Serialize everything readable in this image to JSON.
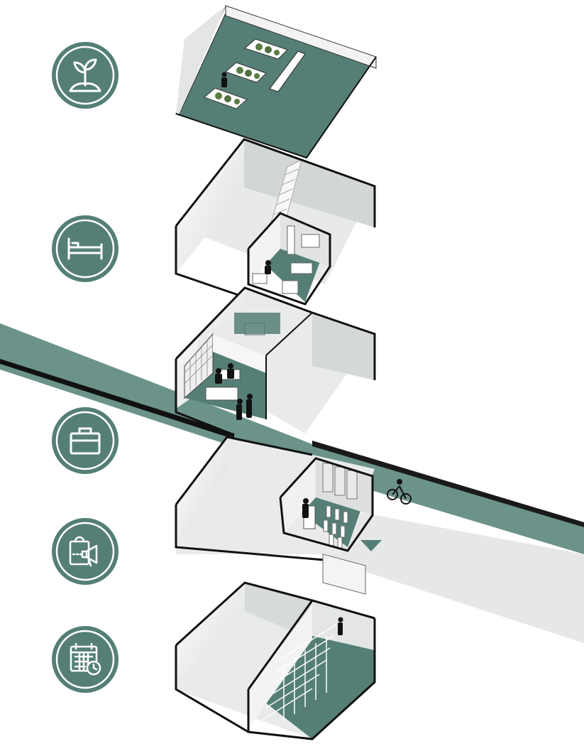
{
  "colors": {
    "accent": "#557f76",
    "accent_light": "#6f958c",
    "wall_dark": "#111111",
    "floor_light": "#e9ebea",
    "wall_light": "#d6d9d8",
    "icon_stroke": "#ffffff"
  },
  "levels": [
    {
      "name": "roof-garden",
      "icon": "sprout-icon"
    },
    {
      "name": "living",
      "icon": "bed-icon"
    },
    {
      "name": "work",
      "icon": "briefcase-icon"
    },
    {
      "name": "retail",
      "icon": "shopping-bag-megaphone-icon"
    },
    {
      "name": "events",
      "icon": "calendar-clock-icon"
    }
  ]
}
